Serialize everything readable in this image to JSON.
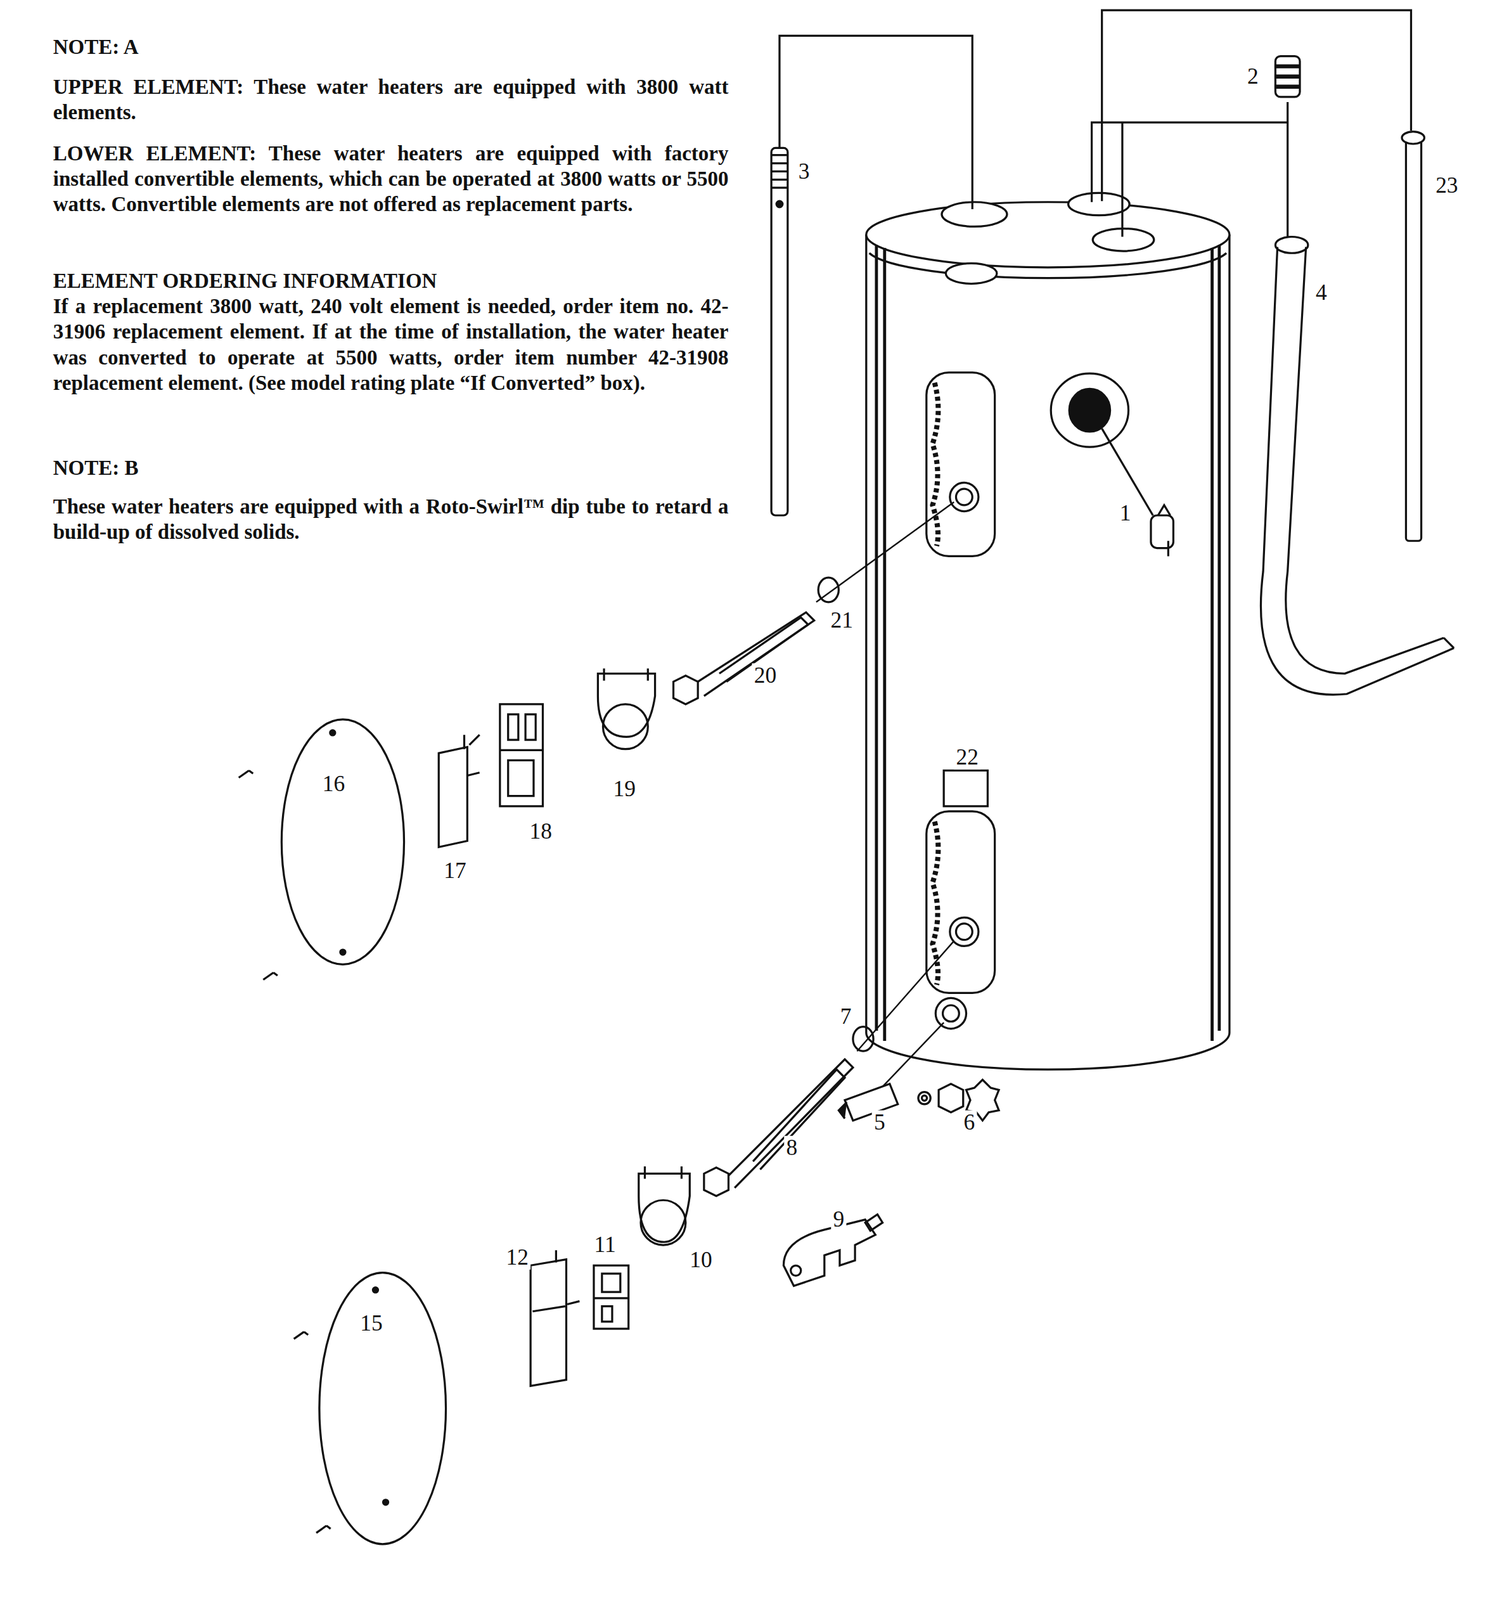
{
  "diagram": {
    "labels": [
      "NOTE: A",
      "UPPER ELEMENT: These water heaters are equipped with 3800 watt elements.",
      "LOWER ELEMENT: These water heaters are equipped with factory installed convertible elements, which can be operated at 3800 watts or 5500 watts. Convertible elements are not offered as replacement parts.",
      "ELEMENT ORDERING INFORMATION",
      "If a replacement 3800 watt, 240 volt element is needed, order item no. 42-31906 replacement element. If at the time of installation, the water heater was converted to operate at 5500 watts, order item number 42-31908 replacement element. (See model rating plate “If Converted” box).",
      "NOTE: B",
      "These water heaters are equipped with a Roto-Swirl™ dip tube to retard a build-up of dissolved solids.",
      "2",
      "3",
      "23",
      "4",
      "1",
      "21",
      "20",
      "22",
      "16",
      "19",
      "18",
      "17",
      "7",
      "5",
      "6",
      "8",
      "9",
      "10",
      "11",
      "12",
      "15"
    ]
  }
}
